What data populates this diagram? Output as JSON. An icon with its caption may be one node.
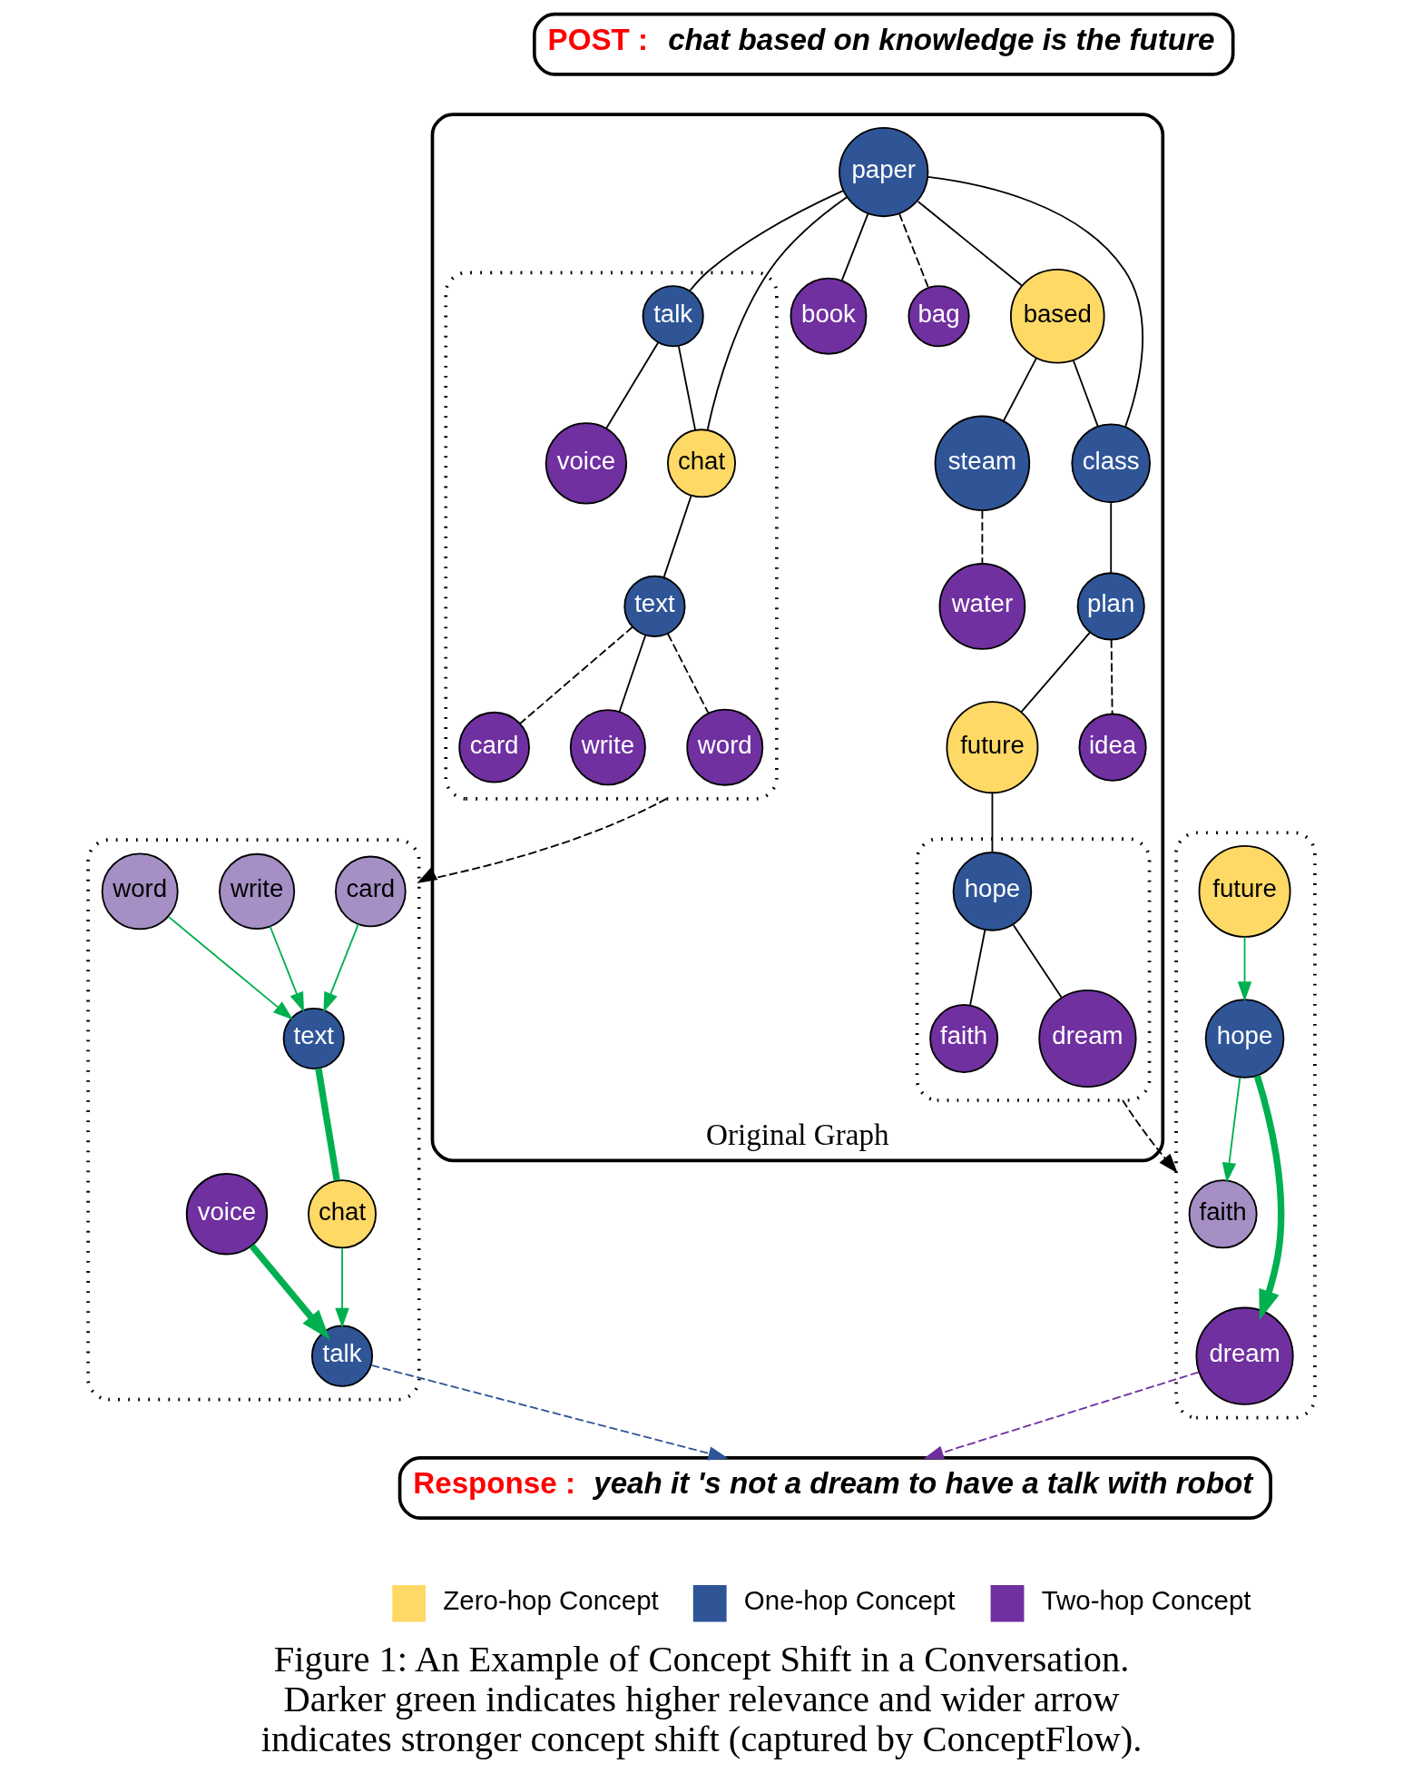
{
  "diagram": {
    "caption": "Figure 1: An Example of Concept Shift in a Conversation. Darker green indicates higher relevance and wider arrow indicates stronger concept shift (captured by ConceptFlow).",
    "nodes": [
      {
        "text": [
          "POST :",
          "chat based on knowledge is the future"
        ]
      },
      {
        "text": [
          "Original Graph"
        ]
      },
      {
        "text": [],
        "shape": "box",
        "in": 1
      },
      {
        "text": [],
        "shape": "box",
        "in": 1
      },
      {
        "text": [
          "voice"
        ],
        "in": 2
      },
      {
        "text": [
          "talk"
        ],
        "in": 2
      },
      {
        "text": [
          "chat"
        ],
        "in": 2
      },
      {
        "text": [
          "card"
        ],
        "in": 2
      },
      {
        "text": [
          "text"
        ],
        "in": 2
      },
      {
        "text": [
          "write"
        ],
        "in": 2
      },
      {
        "text": [
          "word"
        ],
        "in": 2
      },
      {
        "text": [
          "book"
        ],
        "in": 1
      },
      {
        "text": [
          "paper"
        ],
        "in": 1
      },
      {
        "text": [
          "bag"
        ],
        "in": 1
      },
      {
        "text": [
          "steam"
        ],
        "in": 1
      },
      {
        "text": [
          "water"
        ],
        "in": 1
      },
      {
        "text": [
          "based"
        ],
        "in": 1
      },
      {
        "text": [
          "class"
        ],
        "in": 1
      },
      {
        "text": [
          "plan"
        ],
        "in": 1
      },
      {
        "text": [
          "future"
        ],
        "in": 1
      },
      {
        "text": [
          "idea"
        ],
        "in": 1
      },
      {
        "text": [
          "hope"
        ],
        "in": 3
      },
      {
        "text": [
          "faith"
        ],
        "in": 3
      },
      {
        "text": [
          "dream"
        ],
        "in": 3
      },
      {
        "text": [],
        "shape": "box"
      },
      {
        "text": [
          "card"
        ],
        "in": 24
      },
      {
        "text": [
          "write"
        ],
        "in": 24
      },
      {
        "text": [
          "text"
        ],
        "in": 24
      },
      {
        "text": [
          "word"
        ],
        "in": 24
      },
      {
        "text": [
          "chat"
        ],
        "in": 24
      },
      {
        "text": [
          "talk"
        ],
        "in": 24
      },
      {
        "text": [
          "voice"
        ],
        "in": 24
      },
      {
        "text": [],
        "shape": "box"
      },
      {
        "text": [
          "faith"
        ],
        "in": 32
      },
      {
        "text": [
          "hope"
        ],
        "in": 32
      },
      {
        "text": [
          "future"
        ],
        "in": 32
      },
      {
        "text": [
          "dream"
        ],
        "in": 32
      },
      {
        "text": [
          "Response :",
          "yeah it 's not a dream to have a talk with robot"
        ]
      }
    ],
    "edges": [
      {
        "from": 4,
        "to": 5,
        "arrow": "none"
      },
      {
        "from": 5,
        "to": 12,
        "arrow": "none"
      },
      {
        "from": 5,
        "to": 6,
        "arrow": "none"
      },
      {
        "from": 6,
        "to": 12,
        "arrow": "none"
      },
      {
        "from": 6,
        "to": 8,
        "arrow": "none"
      },
      {
        "from": 7,
        "to": 8,
        "arrow": "none",
        "style": "dashed"
      },
      {
        "from": 8,
        "to": 9,
        "arrow": "none"
      },
      {
        "from": 8,
        "to": 10,
        "arrow": "none",
        "style": "dashed"
      },
      {
        "from": 11,
        "to": 12,
        "arrow": "none"
      },
      {
        "from": 12,
        "to": 13,
        "arrow": "none",
        "style": "dashed"
      },
      {
        "from": 12,
        "to": 17,
        "arrow": "none"
      },
      {
        "from": 12,
        "to": 16,
        "arrow": "none"
      },
      {
        "from": 16,
        "to": 14,
        "arrow": "none"
      },
      {
        "from": 16,
        "to": 17,
        "arrow": "none"
      },
      {
        "from": 14,
        "to": 15,
        "arrow": "none",
        "style": "dashed"
      },
      {
        "from": 17,
        "to": 18,
        "arrow": "none"
      },
      {
        "from": 18,
        "to": 19,
        "arrow": "none"
      },
      {
        "from": 18,
        "to": 20,
        "arrow": "none",
        "style": "dashed"
      },
      {
        "from": 19,
        "to": 21,
        "arrow": "none"
      },
      {
        "from": 21,
        "to": 22,
        "arrow": "none"
      },
      {
        "from": 21,
        "to": 23,
        "arrow": "none"
      },
      {
        "from": 2,
        "to": 24,
        "arrow": "to",
        "style": "dashed"
      },
      {
        "from": 3,
        "to": 32,
        "arrow": "to",
        "style": "dashed"
      },
      {
        "from": 25,
        "to": 27,
        "arrow": "to",
        "color": "#00b050"
      },
      {
        "from": 26,
        "to": 27,
        "arrow": "to",
        "color": "#00b050"
      },
      {
        "from": 28,
        "to": 27,
        "arrow": "to",
        "color": "#00b050"
      },
      {
        "from": 29,
        "to": 27,
        "arrow": "none",
        "style": "thick",
        "color": "#00b050"
      },
      {
        "from": 29,
        "to": 30,
        "arrow": "to",
        "color": "#00b050"
      },
      {
        "from": 31,
        "to": 30,
        "arrow": "to",
        "style": "thick",
        "color": "#00b050"
      },
      {
        "from": 35,
        "to": 34,
        "arrow": "to",
        "color": "#00b050"
      },
      {
        "from": 34,
        "to": 33,
        "arrow": "to",
        "color": "#00b050"
      },
      {
        "from": 34,
        "to": 36,
        "arrow": "to",
        "style": "thick",
        "color": "#00b050"
      },
      {
        "from": 30,
        "to": 37,
        "arrow": "to",
        "style": "dashed",
        "color": "#2f5597"
      },
      {
        "from": 36,
        "to": 37,
        "arrow": "to",
        "style": "dashed",
        "color": "#7030a0"
      }
    ],
    "legend": [
      {
        "text": "Zero-hop Concept",
        "color": "#ffd966"
      },
      {
        "text": "One-hop Concept",
        "color": "#2f5597"
      },
      {
        "text": "Two-hop Concept",
        "color": "#7030a0"
      }
    ]
  }
}
